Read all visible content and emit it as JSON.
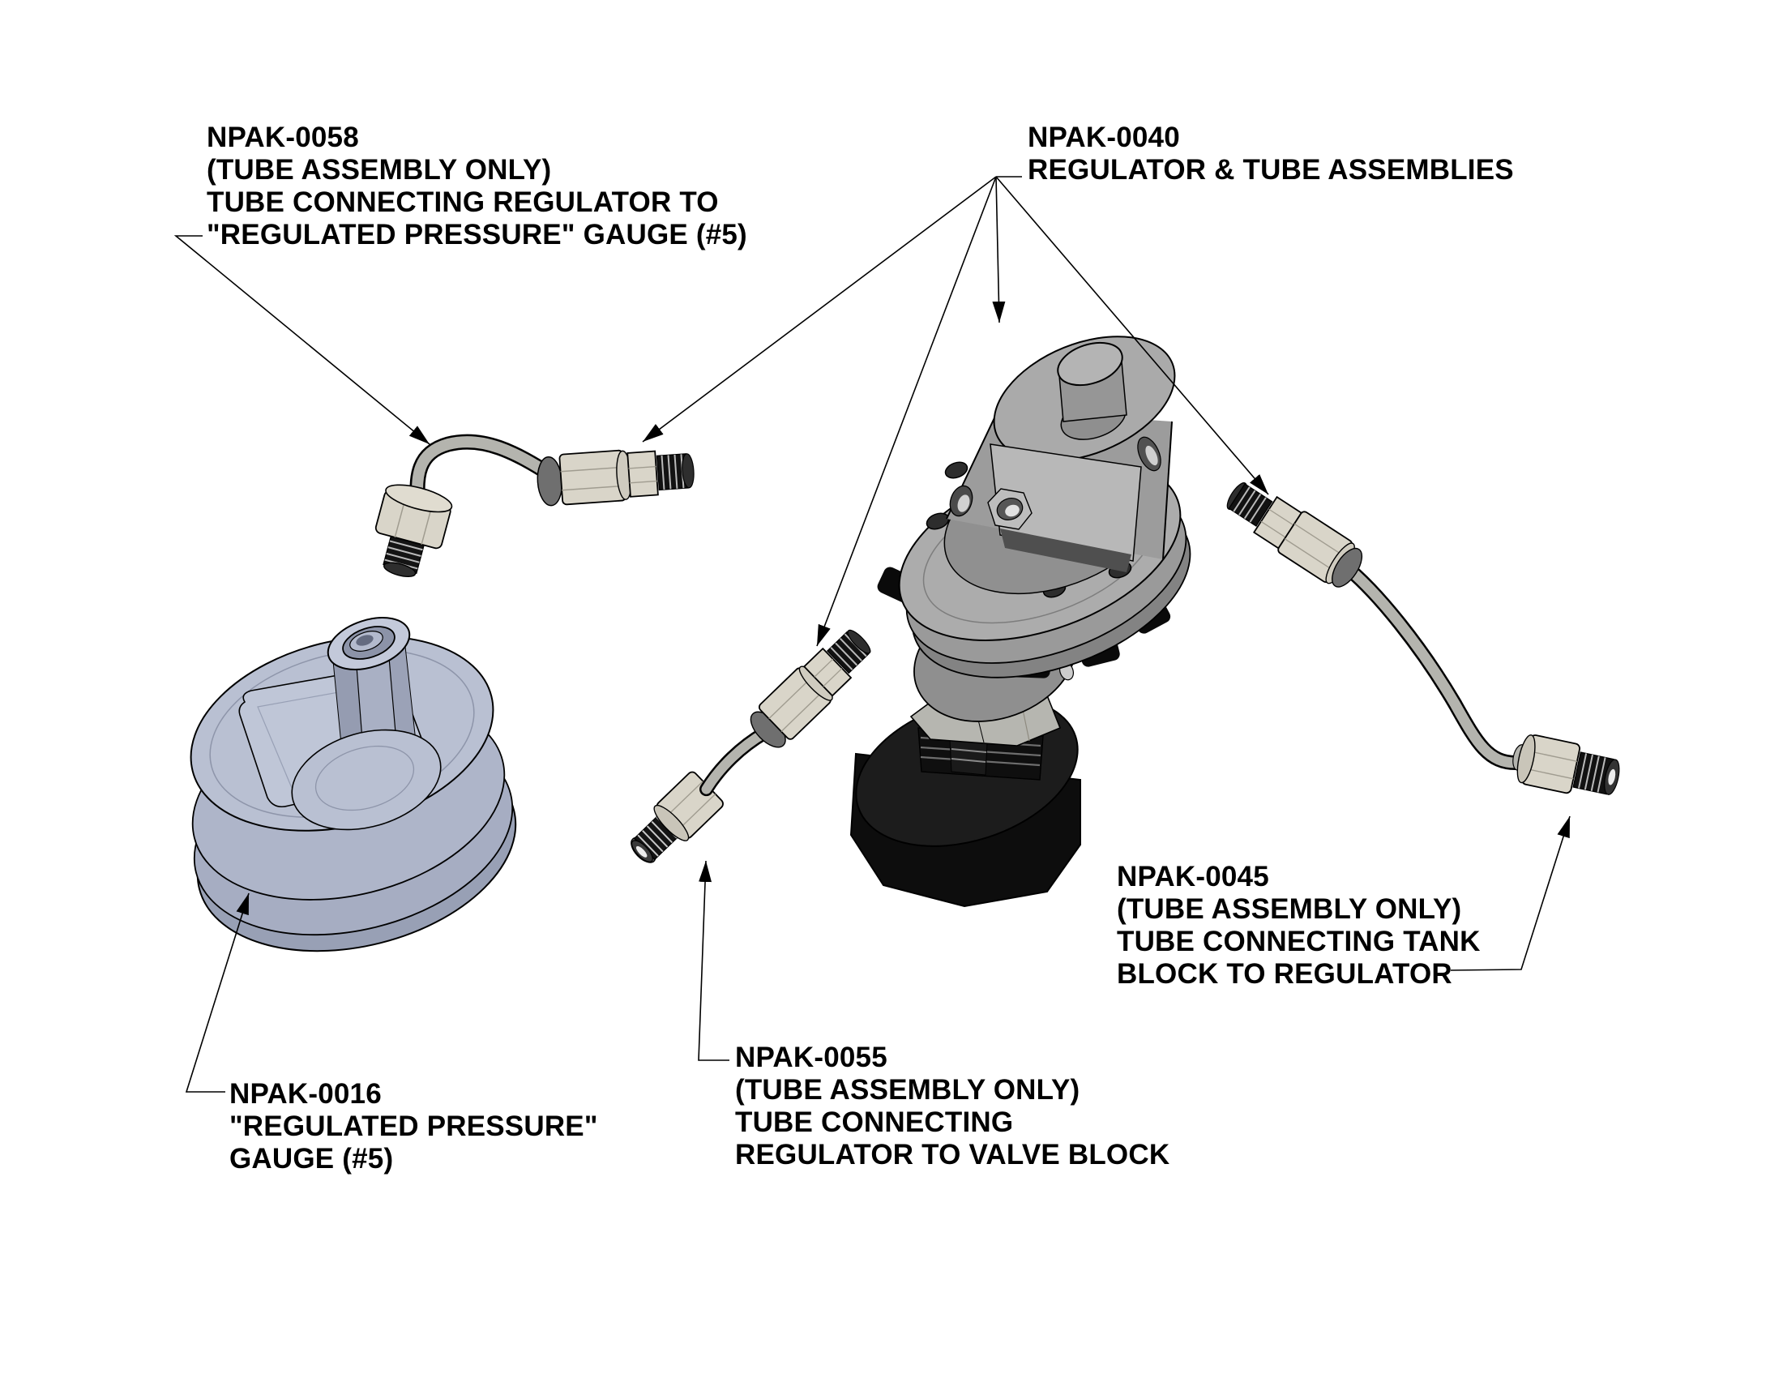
{
  "drawing": {
    "type": "exploded-parts-callout-diagram",
    "background": "#ffffff",
    "line_color": "#000000",
    "text_color": "#000000"
  },
  "colors": {
    "gauge_body": "#b9c0d2",
    "gauge_shadow": "#98a0b5",
    "metal_gray": "#9c9c9c",
    "metal_dark": "#4f4f4f",
    "fitting_beige": "#d9d5c9",
    "tube_gray": "#b4b4ae",
    "washer_gray": "#6f6f6f",
    "cap_black": "#0d0d0d"
  },
  "labels": {
    "npak0058": {
      "lines": [
        "NPAK-0058",
        "(TUBE ASSEMBLY ONLY)",
        "TUBE CONNECTING REGULATOR TO",
        "\"REGULATED PRESSURE\" GAUGE (#5)"
      ]
    },
    "npak0040": {
      "lines": [
        "NPAK-0040",
        "REGULATOR & TUBE ASSEMBLIES"
      ]
    },
    "npak0016": {
      "lines": [
        "NPAK-0016",
        "\"REGULATED PRESSURE\"",
        "GAUGE (#5)"
      ]
    },
    "npak0055": {
      "lines": [
        "NPAK-0055",
        "(TUBE ASSEMBLY ONLY)",
        "TUBE CONNECTING",
        "REGULATOR TO VALVE BLOCK"
      ]
    },
    "npak0045": {
      "lines": [
        "NPAK-0045",
        "(TUBE ASSEMBLY ONLY)",
        "TUBE CONNECTING TANK",
        "BLOCK TO REGULATOR"
      ]
    }
  }
}
